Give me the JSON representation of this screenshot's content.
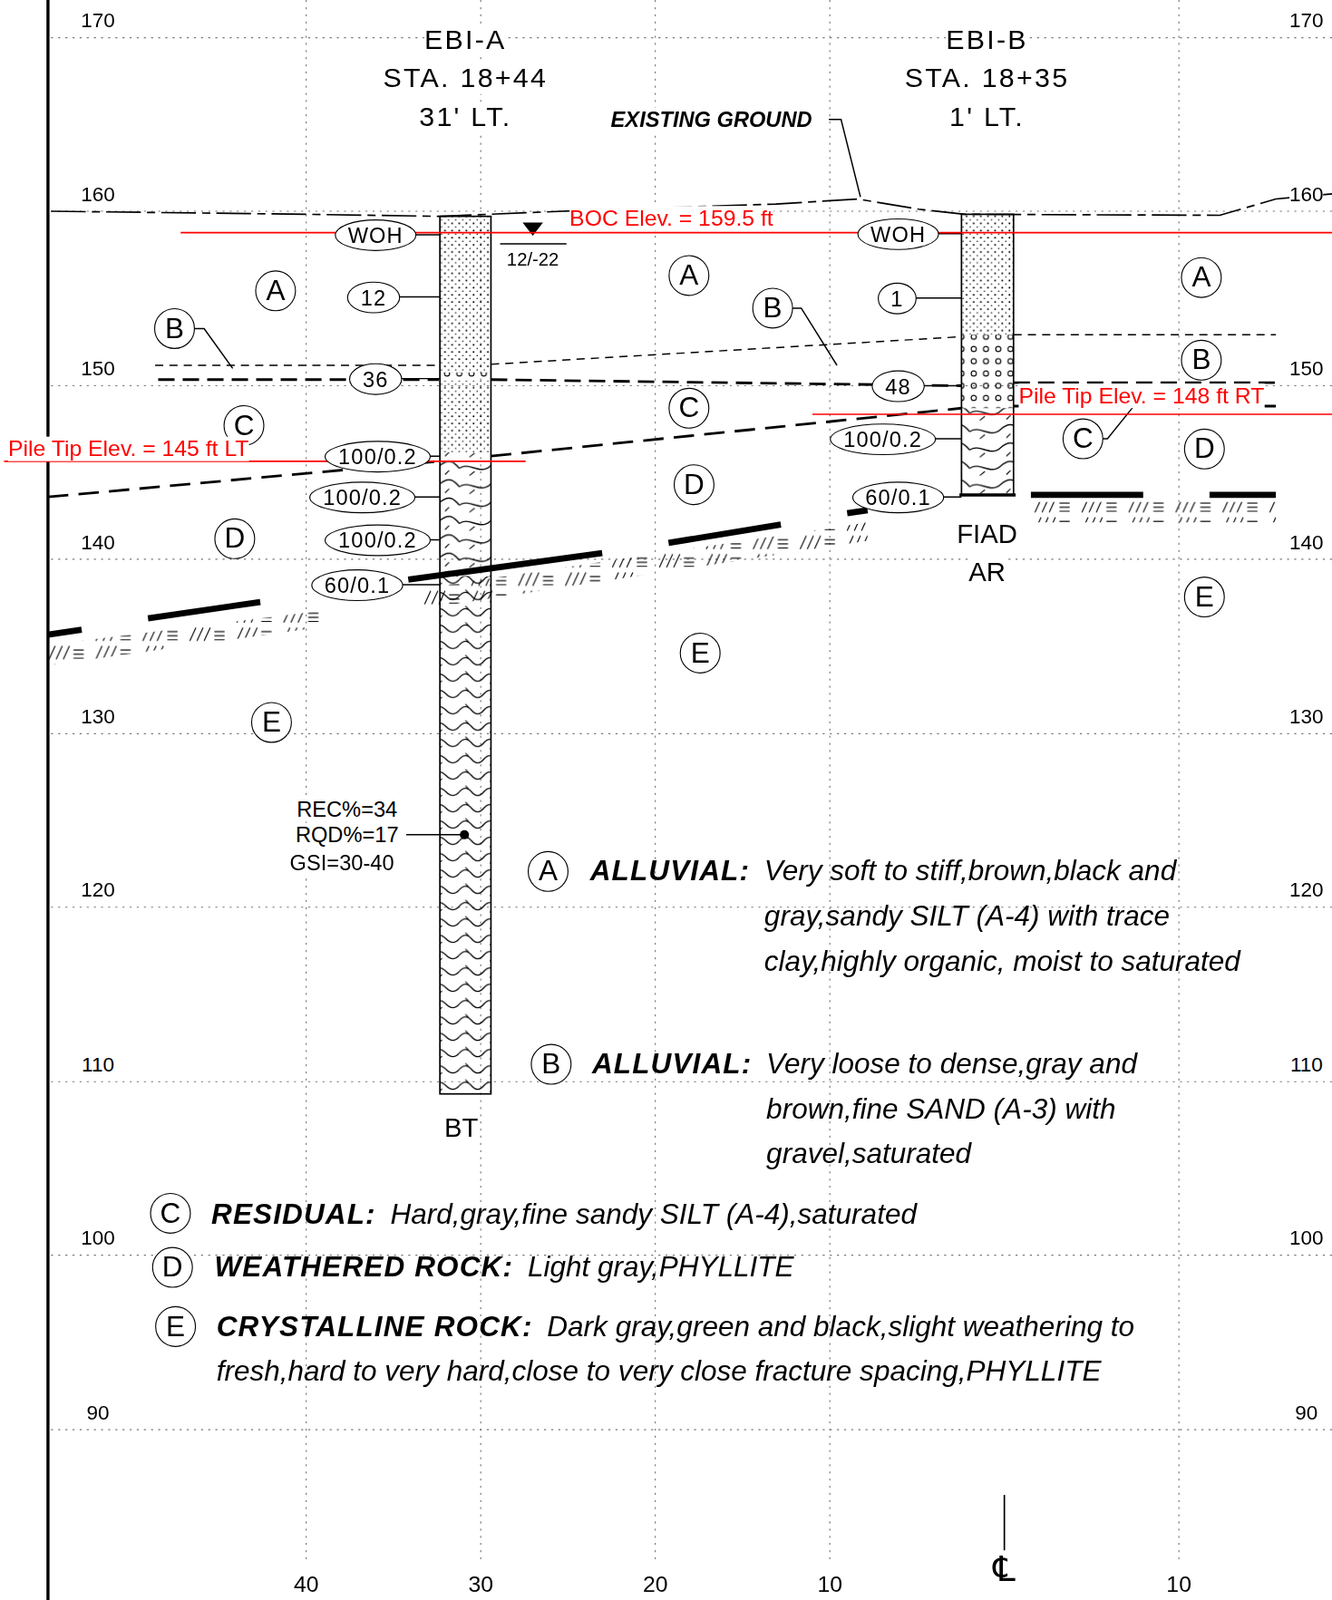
{
  "diagram": {
    "nodes": [
      {
        "text": [
          "WOH"
        ]
      },
      {
        "text": [
          "12"
        ]
      },
      {
        "text": [
          "36"
        ]
      },
      {
        "text": [
          "100/0.2"
        ]
      },
      {
        "text": [
          "100/0.2"
        ]
      },
      {
        "text": [
          "100/0.2"
        ]
      },
      {
        "text": [
          "60/0.1"
        ]
      },
      {
        "text": [
          "WOH"
        ]
      },
      {
        "text": [
          "1"
        ]
      },
      {
        "text": [
          "48"
        ]
      },
      {
        "text": [
          "100/0.2"
        ]
      },
      {
        "text": [
          "60/0.1"
        ]
      },
      {
        "text": [
          "A"
        ]
      },
      {
        "text": [
          "B"
        ]
      },
      {
        "text": [
          "C"
        ]
      },
      {
        "text": [
          "D"
        ]
      },
      {
        "text": [
          "E"
        ]
      },
      {
        "text": [
          "A"
        ]
      },
      {
        "text": [
          "B"
        ]
      },
      {
        "text": [
          "C"
        ]
      },
      {
        "text": [
          "D"
        ]
      },
      {
        "text": [
          "E"
        ]
      },
      {
        "text": [
          "A"
        ]
      },
      {
        "text": [
          "B"
        ]
      },
      {
        "text": [
          "C"
        ]
      },
      {
        "text": [
          "D"
        ]
      },
      {
        "text": [
          "E"
        ]
      },
      {
        "text": [
          "A"
        ]
      },
      {
        "text": [
          "B"
        ]
      },
      {
        "text": [
          "C"
        ]
      },
      {
        "text": [
          "D"
        ]
      },
      {
        "text": [
          "E"
        ]
      }
    ],
    "labels": [
      "EBI-A",
      "STA. 18+44",
      "31' LT.",
      "EXISTING GROUND",
      "EBI-B",
      "STA. 18+35",
      "1' LT.",
      "12/-22",
      "BOC Elev. = 159.5 ft",
      "Pile Tip Elev. = 148 ft RT",
      "Pile Tip Elev. = 145 ft LT",
      "REC%=34",
      "RQD%=17",
      "GSI=30-40",
      "BT",
      "FIAD",
      "AR",
      "170",
      "170",
      "160",
      "160",
      "150",
      "150",
      "140",
      "140",
      "130",
      "130",
      "120",
      "120",
      "110",
      "110",
      "100",
      "100",
      "90",
      "90",
      "40",
      "30",
      "20",
      "10",
      "℄",
      "10",
      "ALLUVIAL:",
      "Very soft to stiff,brown,black and gray,sandy SILT (A-4) with trace clay,highly organic, moist to saturated",
      "ALLUVIAL:",
      "Very loose to dense,gray and brown,fine SAND (A-3) with gravel,saturated",
      "RESIDUAL:",
      "Hard,gray,fine sandy SILT (A-4),saturated",
      "WEATHERED ROCK:",
      "Light gray,PHYLLITE",
      "CRYSTALLINE ROCK:",
      "Dark gray,green and black,slight weathering to fresh,hard to very hard,close to very close fracture spacing,PHYLLITE"
    ]
  }
}
